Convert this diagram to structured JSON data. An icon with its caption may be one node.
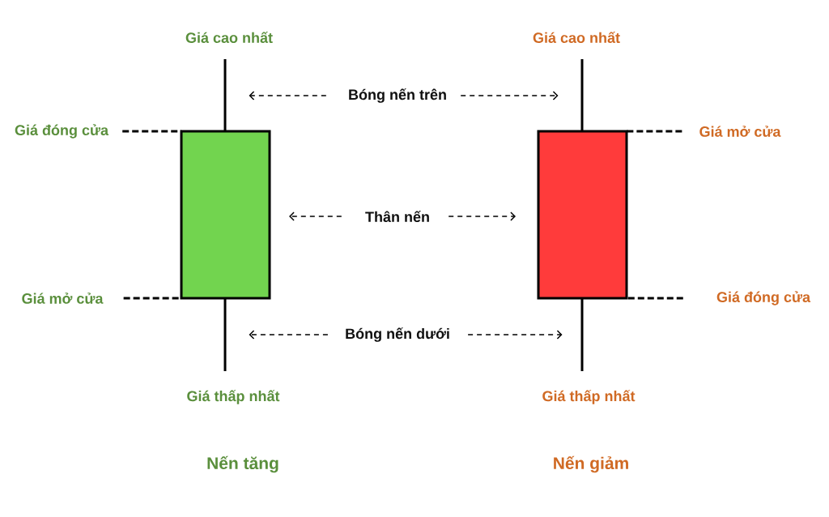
{
  "diagram": {
    "nodes": [
      {
        "text": [],
        "shape": "line",
        "beside": [
          "Giá cao nhất"
        ]
      },
      {
        "text": [],
        "shape": "line",
        "beside": [
          "Giá cao nhất"
        ]
      },
      {
        "text": [
          "Bóng nến trên"
        ]
      },
      {
        "text": [
          "Giá đóng cửa"
        ]
      },
      {
        "text": [],
        "shape": "box"
      },
      {
        "text": [],
        "shape": "box"
      },
      {
        "text": [
          "Giá mở cửa"
        ]
      },
      {
        "text": [
          "Thân nến"
        ]
      },
      {
        "text": [
          "Giá mở cửa"
        ]
      },
      {
        "text": [
          "Giá đóng cửa"
        ]
      },
      {
        "text": [
          "Bóng nến dưới"
        ]
      },
      {
        "text": [],
        "shape": "line",
        "beside": [
          "Giá thấp nhất"
        ]
      },
      {
        "text": [],
        "shape": "line",
        "beside": [
          "Giá thấp nhất"
        ]
      }
    ],
    "edges": [
      {
        "from": 2,
        "to": 0,
        "arrow": "to",
        "style": "dashed"
      },
      {
        "from": 2,
        "to": 1,
        "arrow": "to",
        "style": "dashed"
      },
      {
        "from": 3,
        "to": 4,
        "arrow": "none",
        "style": "dashed"
      },
      {
        "from": 6,
        "to": 5,
        "arrow": "none",
        "style": "dashed"
      },
      {
        "from": 7,
        "to": 4,
        "arrow": "to",
        "style": "dashed"
      },
      {
        "from": 7,
        "to": 5,
        "arrow": "to",
        "style": "dashed"
      },
      {
        "from": 8,
        "to": 4,
        "arrow": "none",
        "style": "dashed"
      },
      {
        "from": 9,
        "to": 5,
        "arrow": "none",
        "style": "dashed"
      },
      {
        "from": 10,
        "to": 11,
        "arrow": "to",
        "style": "dashed"
      },
      {
        "from": 10,
        "to": 12,
        "arrow": "to",
        "style": "dashed"
      }
    ],
    "labels": [
      "Nến tăng",
      "Nến giảm"
    ]
  }
}
